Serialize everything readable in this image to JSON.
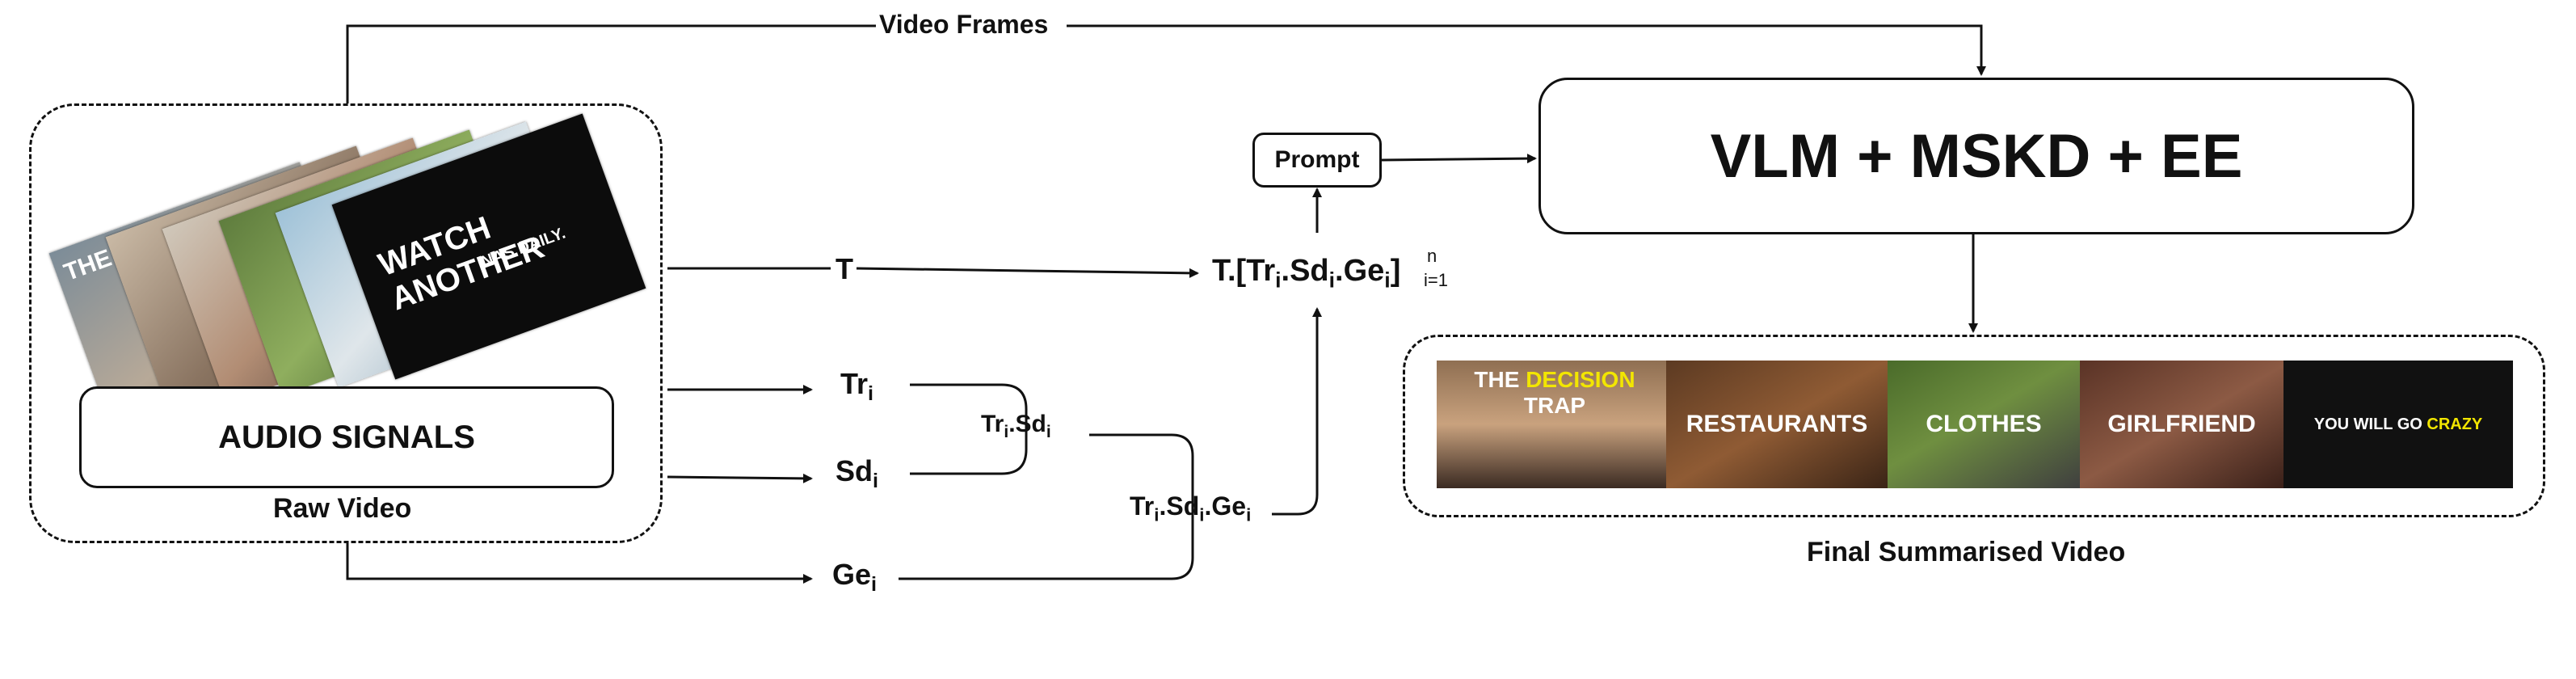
{
  "labels": {
    "video_frames": "Video Frames",
    "model": "VLM + MSKD + EE",
    "prompt": "Prompt",
    "audio": "AUDIO SIGNALS",
    "raw_video": "Raw Video",
    "final": "Final Summarised Video",
    "T": "T",
    "tr_base": "Tr",
    "sd_base": "Sd",
    "ge_base": "Ge",
    "sub_i": "i",
    "dot": ".",
    "formula_prefix": "T.[",
    "formula_suffix": "]",
    "sup_n": "n",
    "sub_i1": "i=1"
  },
  "raw_frames": {
    "title_part1": "THE",
    "title_part2": "DECISION",
    "title_part3": "TRAP",
    "watch_line1": "WATCH ANOTHER",
    "watch_line2": "NAS DAILY."
  },
  "summary_thumbs": {
    "t1_part1": "THE",
    "t1_part2": "DECISION",
    "t1_part3": "TRAP",
    "t2": "RESTAURANTS",
    "t3": "CLOTHES",
    "t4": "GIRLFRIEND",
    "t5_part1": "YOU WILL GO",
    "t5_part2": "CRAZY"
  },
  "colors": {
    "line": "#111111",
    "highlight_yellow": "#f2e600",
    "thumb_bg_dark": "#111111"
  }
}
